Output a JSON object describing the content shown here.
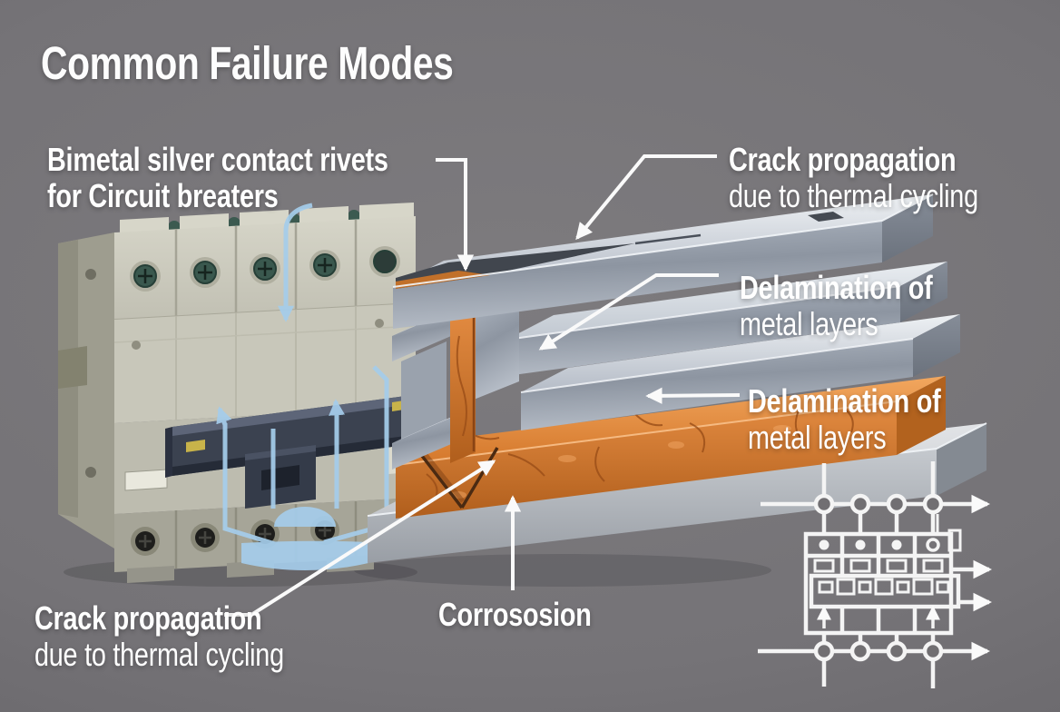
{
  "title": "Common Failure Modes",
  "labels": {
    "bimetal": {
      "line1": "Bimetal silver contact rivets",
      "line2": "for Circuit breaters"
    },
    "crack_top": {
      "line1": "Crack propagation",
      "line2": "due to thermal cycling"
    },
    "delamination_upper": {
      "line1": "Delamination of",
      "line2": "metal layers"
    },
    "delamination_lower": {
      "line1": "Delamination of",
      "line2": "metal layers"
    },
    "corrosion": {
      "text": "Corrososion"
    },
    "crack_bottom": {
      "line1": "Crack propagation",
      "line2": "due to thermal cycling"
    }
  },
  "colors": {
    "background": "#747276",
    "text": "#ffffff",
    "leader_lines": "#fafafa",
    "copper_layer": "#d4782c",
    "metal_layer": "#c3c9d2",
    "breaker_body": "#cbcabd",
    "breaker_toggle": "#3b4250",
    "annotation_blue": "#a5cdeb",
    "schematic_white": "#f4f4f4"
  },
  "icons": {
    "metal_stack": "layered-metal-stack-illustration",
    "circuit_breaker": "circuit-breaker-photo",
    "schematic": "four-pole-breaker-schematic-icon"
  }
}
